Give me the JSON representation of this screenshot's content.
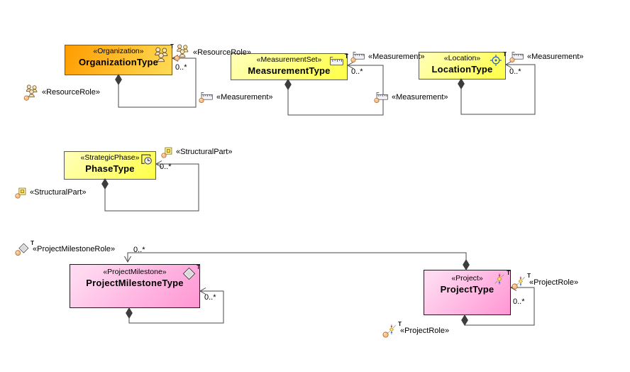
{
  "colors": {
    "line": "#4a4a4a",
    "diamond": "#3d3d3d",
    "org_fill_from": "#ff9c00",
    "org_fill_to": "#ffdb55",
    "org_border": "#8a5200",
    "yellow_fill_from": "#ffffbb",
    "yellow_fill_to": "#ffff45",
    "yellow_border": "#5a5a5a",
    "pink_fill_from": "#ffd9f1",
    "pink_fill_to": "#ff96d4",
    "pink_border": "#1c1c1c",
    "ball": "#f5c28f",
    "ball_border": "#b06a28",
    "loc_blue": "#2b5fc7"
  },
  "classes": [
    {
      "stereotype": "«Organization»",
      "name": "OrganizationType",
      "icon": "people-group-icon",
      "type_marker": "T"
    },
    {
      "stereotype": "«MeasurementSet»",
      "name": "MeasurementType",
      "icon": "ruler-icon",
      "type_marker": "T"
    },
    {
      "stereotype": "«Location»",
      "name": "LocationType",
      "icon": "crosshair-icon",
      "type_marker": "T"
    },
    {
      "stereotype": "«StrategicPhase»",
      "name": "PhaseType",
      "icon": "phase-clock-icon"
    },
    {
      "stereotype": "«ProjectMilestone»",
      "name": "ProjectMilestoneType",
      "icon": "milestone-diamond-icon",
      "type_marker": "T"
    },
    {
      "stereotype": "«Project»",
      "name": "ProjectType",
      "icon": "project-star-icon",
      "type_marker": "T"
    }
  ],
  "labels": [
    {
      "text": "«ResourceRole»",
      "icon": "resource-role-icon"
    },
    {
      "text": "«ResourceRole»",
      "icon": "resource-role-icon"
    },
    {
      "text": "«Measurement»",
      "icon": "measurement-icon"
    },
    {
      "text": "«Measurement»",
      "icon": "measurement-icon"
    },
    {
      "text": "«Measurement»",
      "icon": "measurement-icon"
    },
    {
      "text": "«Measurement»",
      "icon": "measurement-icon"
    },
    {
      "text": "«StructuralPart»",
      "icon": "structural-part-icon"
    },
    {
      "text": "«StructuralPart»",
      "icon": "structural-part-icon"
    },
    {
      "text": "«ProjectMilestoneRole»",
      "icon": "project-milestone-role-icon",
      "type_marker": "T"
    },
    {
      "text": "«ProjectRole»",
      "icon": "project-role-icon",
      "type_marker": "T"
    },
    {
      "text": "«ProjectRole»",
      "icon": "project-role-icon",
      "type_marker": "T"
    }
  ],
  "mults": [
    "0..*",
    "0..*",
    "0..*",
    "0..*",
    "0..*",
    "0..*",
    "0..*"
  ]
}
